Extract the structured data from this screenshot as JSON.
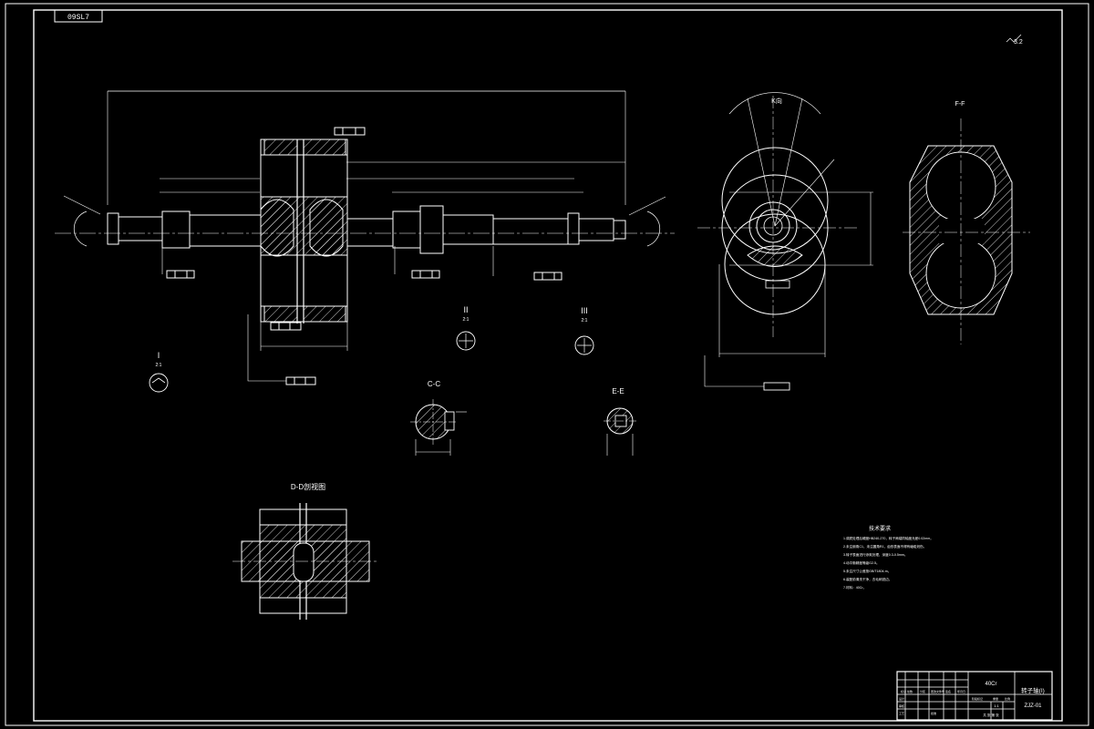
{
  "sheet": {
    "corner_code": "09SL7",
    "roughness_note": "3.2",
    "views": {
      "view_1": "I",
      "view_1_scale": "2:1",
      "view_2": "II",
      "view_2_scale": "2:1",
      "view_3": "III",
      "view_3_scale": "2:1",
      "section_cc": "C-C",
      "section_ee": "E-E",
      "section_dd": "D-D剖视图",
      "view_k": "K向",
      "view_f": "F-F"
    },
    "technical_requirements": {
      "title": "技术要求",
      "lines": [
        "1.调质处理后硬度HB240-270，转子两端同轴度允差0.02mm。",
        "2.未注倒角C1，未注圆角R1，齿形表面不得有磕碰划伤。",
        "3.转子表面进行渗氮处理，深度0.3-0.5mm。",
        "4.动平衡精度等级G2.5。",
        "5.未注尺寸公差按GB/T1804-m。",
        "6.装配前清洗干净，去毛刺锐边。",
        "7.材料：40Cr。"
      ]
    },
    "title_block": {
      "material": "40Cr",
      "part_name": "转子轴(I)",
      "scale": "1:1",
      "drawing_number": "ZJZ-01",
      "headers": [
        "标记",
        "处数",
        "分区",
        "更改文件号",
        "签名",
        "年月日"
      ],
      "roles": [
        "设计",
        "审核",
        "工艺",
        "批准"
      ],
      "stage_labels": [
        "阶段标记",
        "重量",
        "比例"
      ],
      "sheet_label": "共 张 第 张"
    }
  }
}
